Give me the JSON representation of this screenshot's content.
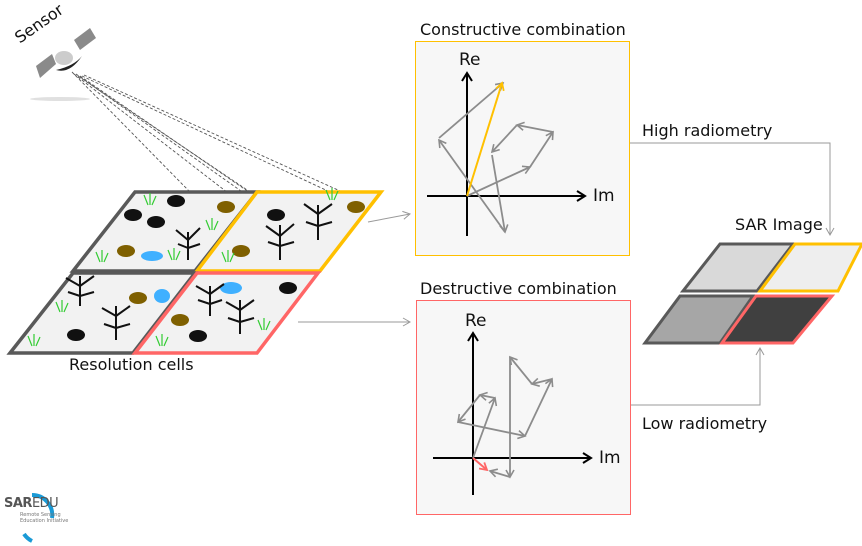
{
  "labels": {
    "sensor": "Sensor",
    "resolution_cells": "Resolution cells",
    "constructive": "Constructive combination",
    "destructive": "Destructive combination",
    "high_radiometry": "High radiometry",
    "low_radiometry": "Low radiometry",
    "sar_image": "SAR Image",
    "axis_re": "Re",
    "axis_im": "Im"
  },
  "logo": {
    "bold": "SAR",
    "light": "EDU",
    "line1": "Remote Sensing",
    "line2": "Education Initiative"
  },
  "colors": {
    "constructive": "#ffc000",
    "destructive": "#ff6666",
    "neutral": "#595959",
    "vector": "#8c8c8c",
    "logo": "#1a9ad6"
  },
  "sar_image_tones": [
    "#d9d9d9",
    "#eeeeee",
    "#a6a6a6",
    "#404040"
  ]
}
